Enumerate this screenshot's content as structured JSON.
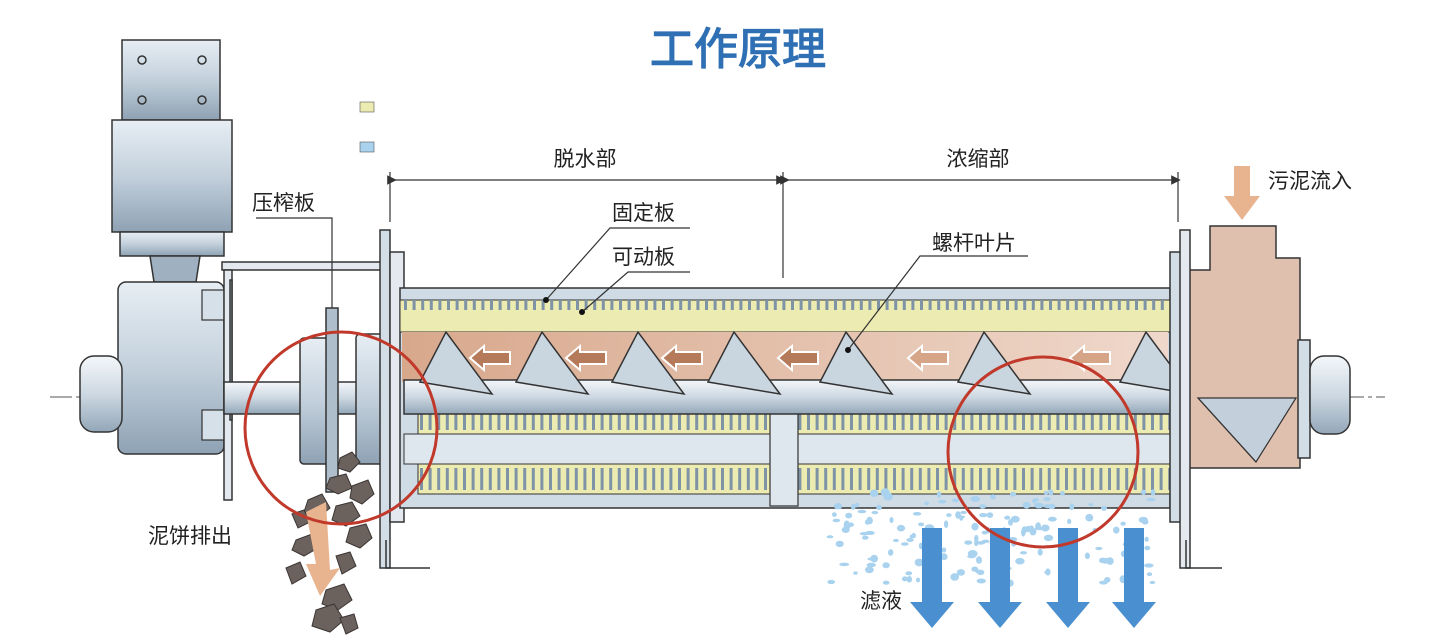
{
  "title": "工作原理",
  "labels": {
    "dewatering_section": "脱水部",
    "thickening_section": "浓缩部",
    "sludge_inflow": "污泥流入",
    "pressure_plate": "压榨板",
    "fixed_plate": "固定板",
    "moving_plate": "可动板",
    "screw_blade": "螺杆叶片",
    "cake_discharge": "泥饼排出",
    "filtrate": "滤液"
  },
  "colors": {
    "title": "#2f6fb3",
    "steel": "#c9d6e0",
    "steel_dark": "#7f93a6",
    "sludge": "#dfb7a1",
    "sludge_arrow": "#e8b48f",
    "filter_yellow": "#ecebb2",
    "filtrate_blue": "#4a90d0",
    "droplet": "#a9d2ef",
    "cake": "#6b625e",
    "highlight_ring": "#c0392b"
  }
}
